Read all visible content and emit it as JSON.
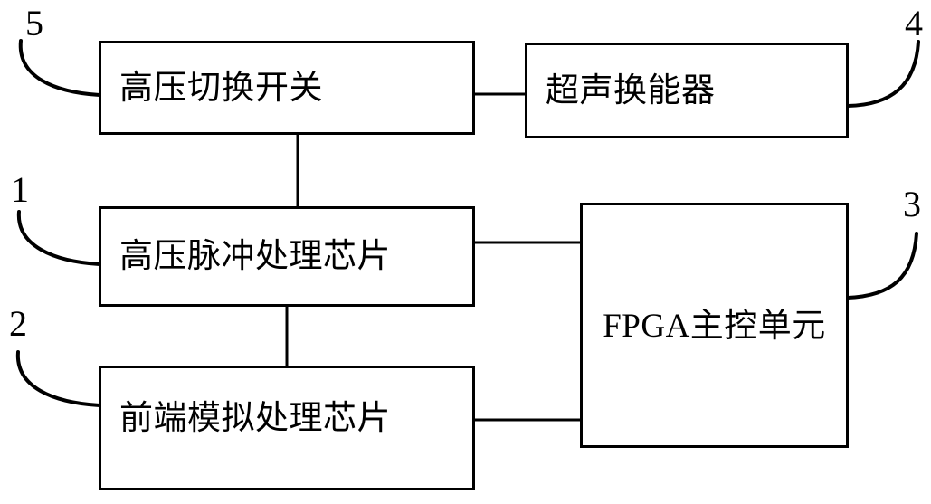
{
  "diagram": {
    "type": "block-diagram",
    "title": "",
    "background_color": "#ffffff",
    "line_color": "#000000",
    "blocks": [
      {
        "ref": "5",
        "label": "高压切换开关"
      },
      {
        "ref": "4",
        "label": "超声换能器"
      },
      {
        "ref": "1",
        "label": "高压脉冲处理芯片"
      },
      {
        "ref": "3",
        "label": "FPGA主控单元"
      },
      {
        "ref": "2",
        "label": "前端模拟处理芯片"
      }
    ],
    "reference_numerals": {
      "n1": "1",
      "n2": "2",
      "n3": "3",
      "n4": "4",
      "n5": "5"
    },
    "connections": [
      {
        "from": "高压切换开关",
        "to": "超声换能器",
        "orientation": "horizontal"
      },
      {
        "from": "高压切换开关",
        "to": "高压脉冲处理芯片",
        "orientation": "vertical"
      },
      {
        "from": "高压脉冲处理芯片",
        "to": "FPGA主控单元",
        "orientation": "horizontal"
      },
      {
        "from": "高压脉冲处理芯片",
        "to": "前端模拟处理芯片",
        "orientation": "vertical"
      },
      {
        "from": "前端模拟处理芯片",
        "to": "FPGA主控单元",
        "orientation": "horizontal"
      }
    ]
  }
}
